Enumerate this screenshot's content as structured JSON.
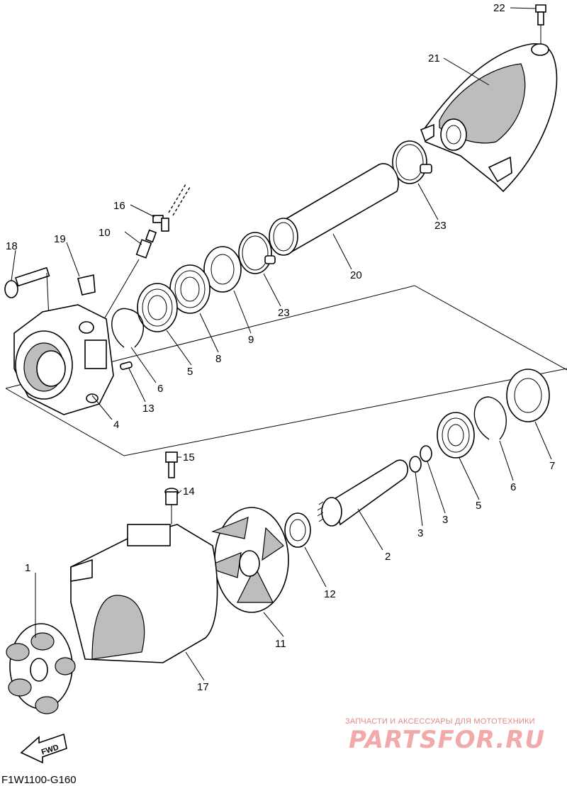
{
  "diagram": {
    "code": "F1W1100-G160",
    "fwd_label": "FWD",
    "watermark": {
      "caption": "ЗАПЧАСТИ И АКСЕССУАРЫ ДЛЯ МОТОТЕХНИКИ",
      "brand": "PARTSFOR.RU"
    },
    "callouts": [
      "1",
      "2",
      "3",
      "3",
      "4",
      "5",
      "5",
      "6",
      "6",
      "7",
      "8",
      "9",
      "10",
      "11",
      "12",
      "13",
      "14",
      "15",
      "16",
      "17",
      "18",
      "19",
      "20",
      "21",
      "22",
      "23",
      "23"
    ]
  }
}
